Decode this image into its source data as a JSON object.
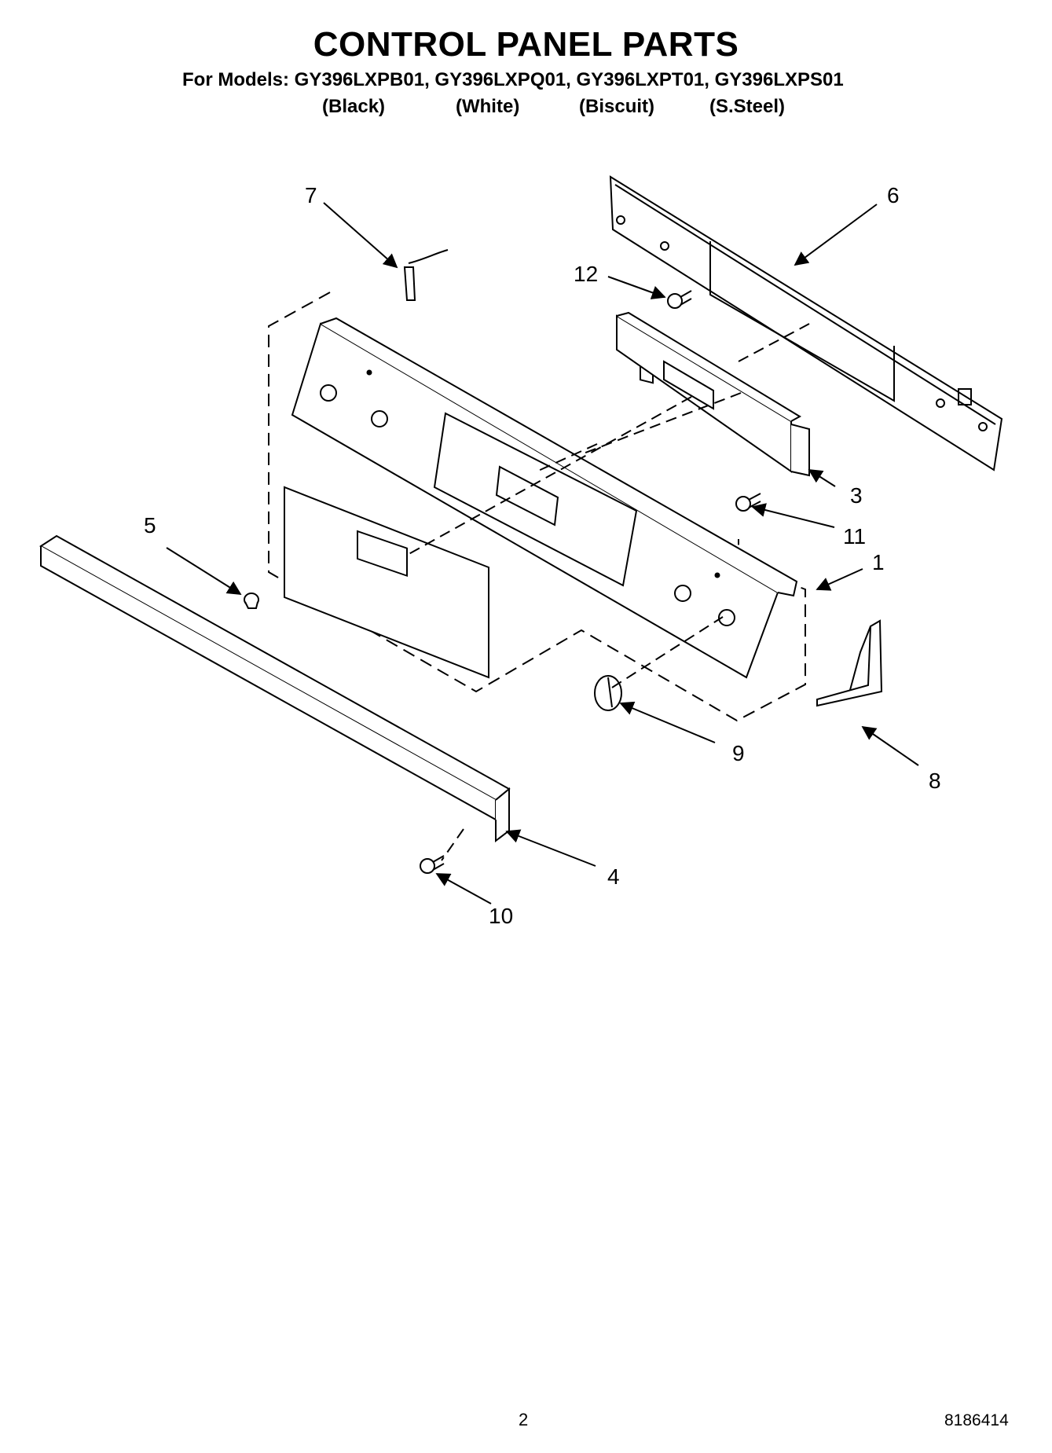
{
  "header": {
    "title": "CONTROL PANEL PARTS",
    "models_line": "For Models: GY396LXPB01, GY396LXPQ01, GY396LXPT01, GY396LXPS01",
    "colors": [
      "(Black)",
      "(White)",
      "(Biscuit)",
      "(S.Steel)"
    ]
  },
  "callouts": {
    "c1": "1",
    "c3": "3",
    "c4": "4",
    "c5": "5",
    "c6": "6",
    "c7": "7",
    "c8": "8",
    "c9": "9",
    "c10": "10",
    "c11": "11",
    "c12": "12"
  },
  "footer": {
    "page_number": "2",
    "document_number": "8186414"
  }
}
